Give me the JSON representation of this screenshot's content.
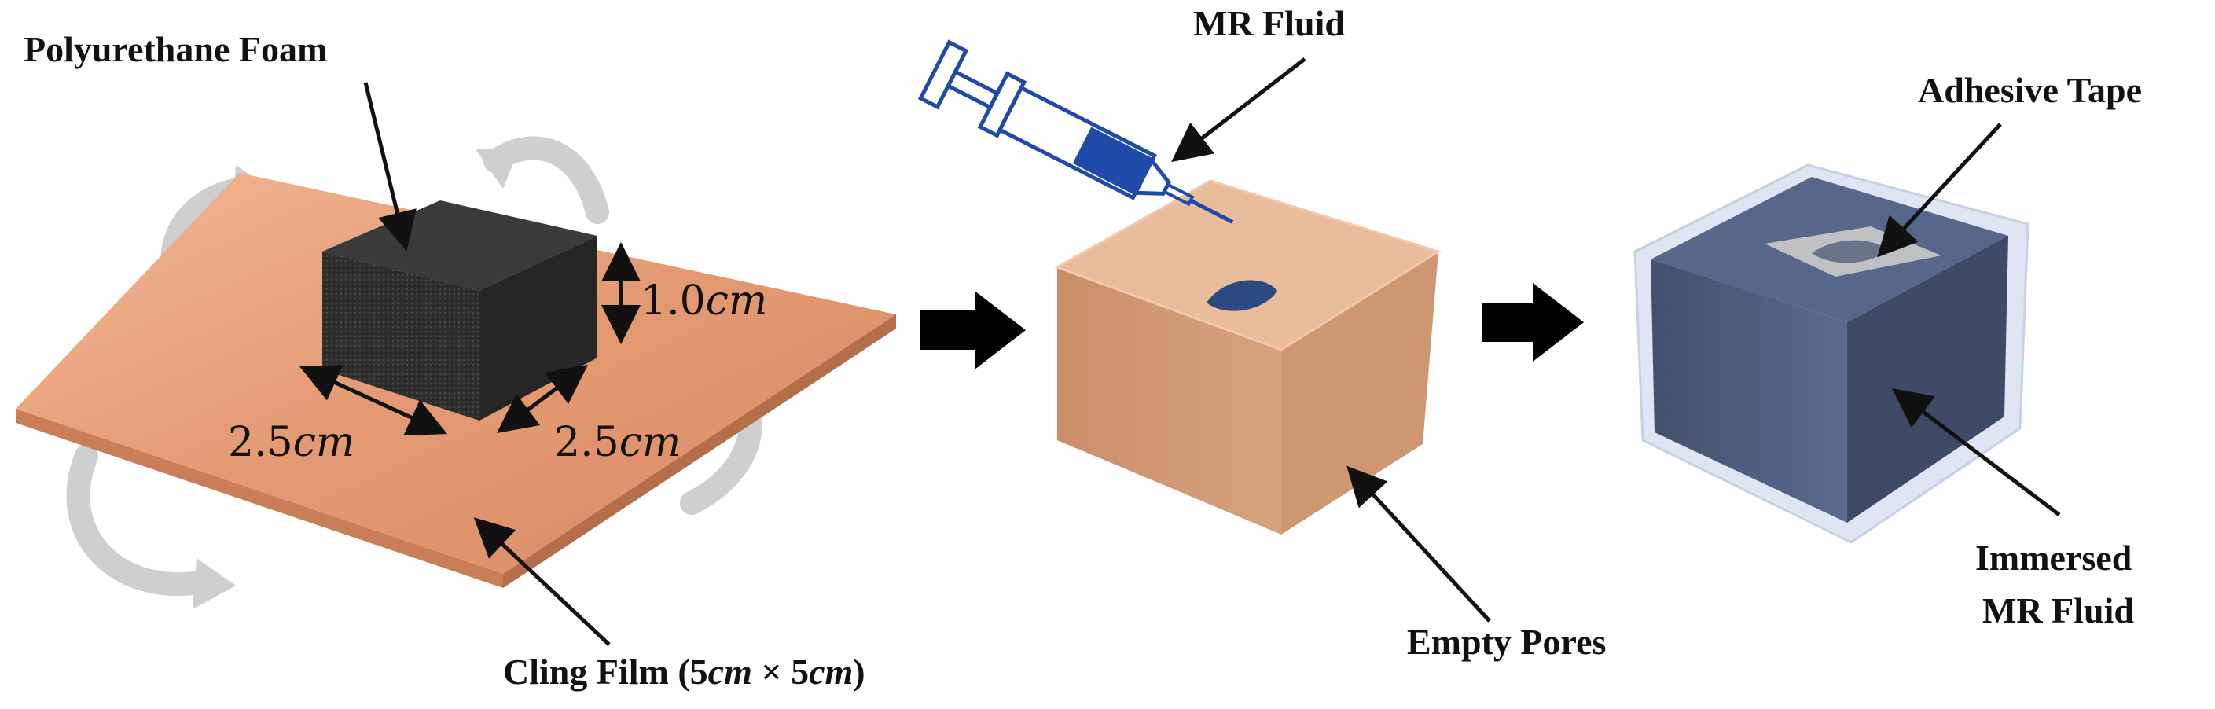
{
  "labels": {
    "foam": "Polyurethane Foam",
    "mr_fluid": "MR Fluid",
    "adhesive_tape": "Adhesive Tape",
    "cling_film_prefix": "Cling Film (",
    "cling_film_5a": "5",
    "cling_film_cm_a": "cm",
    "cling_film_times": " × ",
    "cling_film_5b": "5",
    "cling_film_cm_b": "cm",
    "cling_film_suffix": ")",
    "empty_pores": "Empty Pores",
    "immersed_line1": "Immersed",
    "immersed_line2": "MR Fluid"
  },
  "dimensions": {
    "height_num": "1.0",
    "height_unit": "cm",
    "width_num": "2.5",
    "width_unit": "cm",
    "depth_num": "2.5",
    "depth_unit": "cm"
  },
  "colors": {
    "cling_film": "#e9a482",
    "foam": "#2b2b2b",
    "orange_block": "#d9a07a",
    "blue_block": "#4a5d7f",
    "syringe": "#1f4aa8",
    "arrow": "#000000",
    "rotate_arrows": "#c8c8c8"
  }
}
